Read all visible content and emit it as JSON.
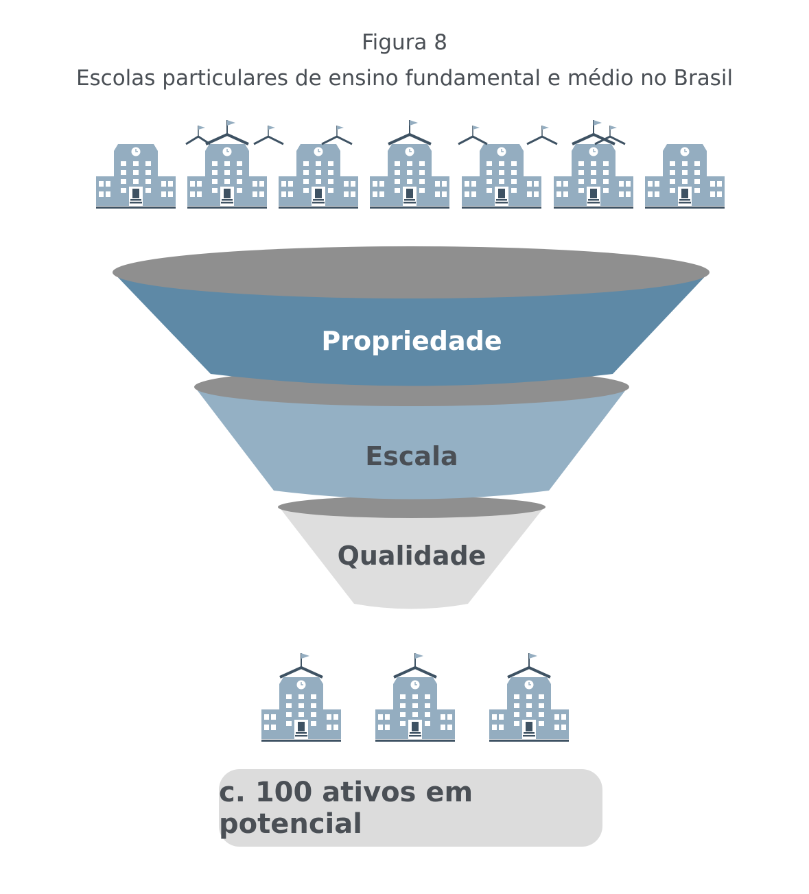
{
  "figure": {
    "number": "Figura 8",
    "title": "Escolas particulares de ensino fundamental e médio no Brasil"
  },
  "funnel": {
    "stages": [
      {
        "label": "Propriedade",
        "color": "#5e89a6",
        "text_color": "#ffffff"
      },
      {
        "label": "Escala",
        "color": "#94b0c4",
        "text_color": "#4a4f55"
      },
      {
        "label": "Qualidade",
        "color": "#dedede",
        "text_color": "#4a4f55"
      }
    ],
    "rim_color": "#8f8f8f"
  },
  "icons": {
    "top_count": 7,
    "bottom_count": 3,
    "building_color": "#94adc0",
    "roof_color": "#3e5263"
  },
  "result": {
    "label": "c. 100 ativos em potencial"
  }
}
